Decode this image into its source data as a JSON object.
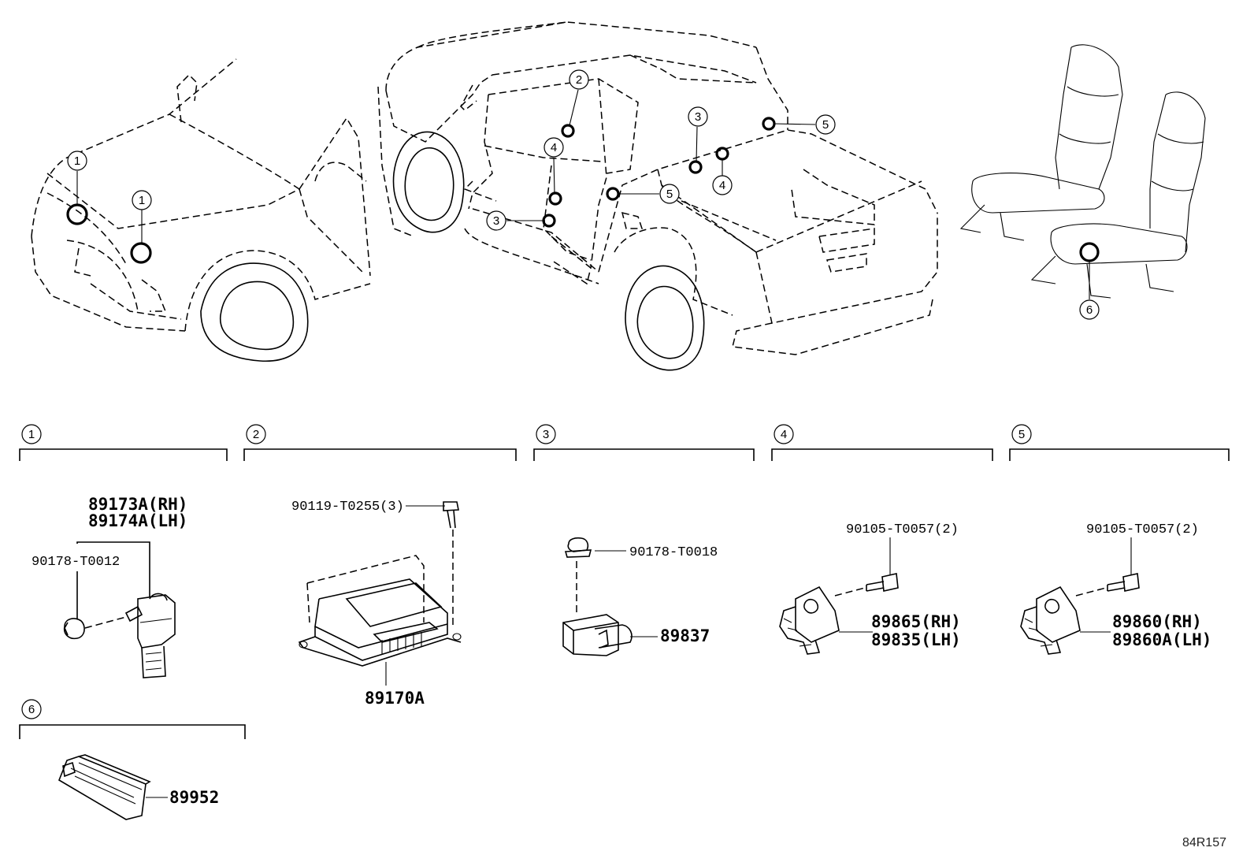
{
  "diagram_code": "84R157",
  "sections": [
    {
      "id": "1",
      "number": "1"
    },
    {
      "id": "2",
      "number": "2"
    },
    {
      "id": "3",
      "number": "3"
    },
    {
      "id": "4",
      "number": "4"
    },
    {
      "id": "5",
      "number": "5"
    },
    {
      "id": "6",
      "number": "6"
    }
  ],
  "callouts": [
    "1",
    "1",
    "2",
    "3",
    "3",
    "4",
    "4",
    "5",
    "5",
    "6"
  ],
  "parts": {
    "s1_rh": "89173A(RH)",
    "s1_lh": "89174A(LH)",
    "s1_clip": "90178-T0012",
    "s2_bolt": "90119-T0255(3)",
    "s2_ecu": "89170A",
    "s3_clip": "90178-T0018",
    "s3_sensor": "89837",
    "s4_bolt": "90105-T0057(2)",
    "s4_rh": "89865(RH)",
    "s4_lh": "89835(LH)",
    "s5_bolt": "90105-T0057(2)",
    "s5_rh": "89860(RH)",
    "s5_lh": "89860A(LH)",
    "s6_sensor": "89952"
  }
}
